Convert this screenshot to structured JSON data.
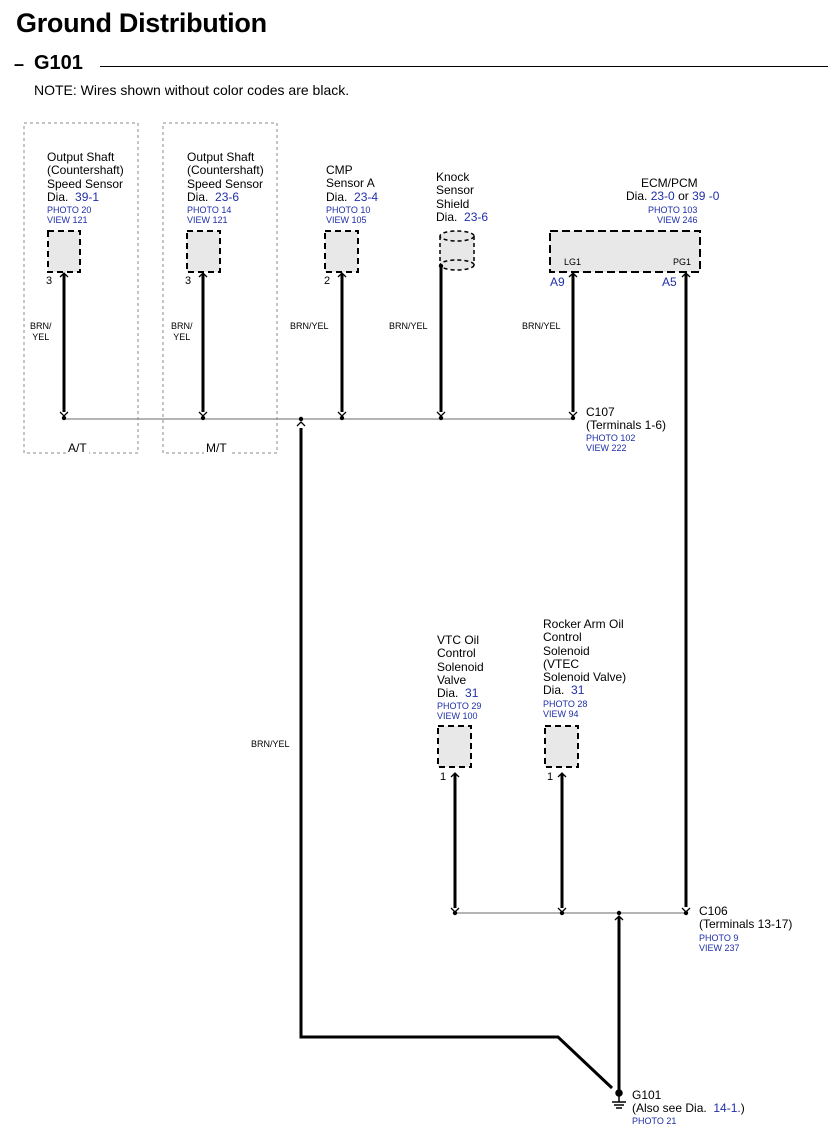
{
  "header": {
    "title": "Ground Distribution",
    "section_dash": "–",
    "section": "G101",
    "note": "NOTE: Wires shown without color codes are black."
  },
  "components": {
    "oss_at": {
      "lines": [
        "Output Shaft",
        "(Countershaft)",
        "Speed Sensor"
      ],
      "dia_label": "Dia.",
      "dia": "39-1",
      "photo": "PHOTO 20",
      "view": "VIEW 121",
      "pin": "3",
      "wire": [
        "BRN/",
        "YEL"
      ],
      "group": "A/T"
    },
    "oss_mt": {
      "lines": [
        "Output Shaft",
        "(Countershaft)",
        "Speed Sensor"
      ],
      "dia_label": "Dia.",
      "dia": "23-6",
      "photo": "PHOTO 14",
      "view": "VIEW 121",
      "pin": "3",
      "wire": [
        "BRN/",
        "YEL"
      ],
      "group": "M/T"
    },
    "cmp": {
      "lines": [
        "CMP",
        "Sensor A"
      ],
      "dia_label": "Dia.",
      "dia": "23-4",
      "photo": "PHOTO 10",
      "view": "VIEW 105",
      "pin": "2",
      "wire": "BRN/YEL"
    },
    "knock": {
      "lines": [
        "Knock",
        "Sensor",
        "Shield"
      ],
      "dia_label": "Dia.",
      "dia": "23-6",
      "wire": "BRN/YEL"
    },
    "ecm": {
      "name": "ECM/PCM",
      "dia_label": "Dia.",
      "dia1": "23-0",
      "or": "or",
      "dia2": "39 -0",
      "photo": "PHOTO 103",
      "view": "VIEW 246",
      "pin_lg1": "LG1",
      "pin_pg1": "PG1",
      "term_a9": "A9",
      "term_a5": "A5",
      "wire": "BRN/YEL"
    },
    "vtc": {
      "lines": [
        "VTC Oil",
        "Control",
        "Solenoid",
        "Valve"
      ],
      "dia_label": "Dia.",
      "dia": "31",
      "photo": "PHOTO 29",
      "view": "VIEW 100",
      "pin": "1"
    },
    "rocker": {
      "lines": [
        "Rocker Arm Oil",
        "Control",
        "Solenoid",
        "(VTEC",
        "Solenoid Valve)"
      ],
      "dia_label": "Dia.",
      "dia": "31",
      "photo": "PHOTO 28",
      "view": "VIEW 94",
      "pin": "1"
    }
  },
  "connectors": {
    "c107": {
      "name": "C107",
      "terminals": "(Terminals 1-6)",
      "photo": "PHOTO 102",
      "view": "VIEW 222"
    },
    "c106": {
      "name": "C106",
      "terminals": "(Terminals 13-17)",
      "photo": "PHOTO 9",
      "view": "VIEW 237"
    }
  },
  "main_wire": "BRN/YEL",
  "ground": {
    "name": "G101",
    "also_prefix": "(Also see Dia.",
    "also_ref": "14-1.",
    "also_suffix": ")",
    "photo": "PHOTO 21"
  }
}
